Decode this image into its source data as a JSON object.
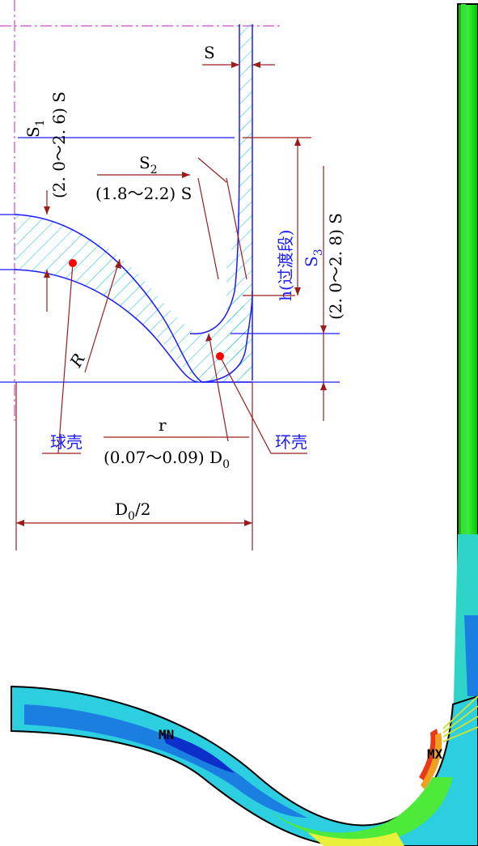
{
  "dimensions": {
    "s": "S",
    "s1_name": "S",
    "s1_sub": "1",
    "s1_ratio": "(2. 0～2. 6) S",
    "s2_name": "S",
    "s2_sub": "2",
    "s2_ratio": "(1.8～2.2) S",
    "s3_name": "S",
    "s3_sub": "3",
    "s3_ratio": "(2. 0～2. 8) S",
    "h_label": "h(过渡段)",
    "r_name": "r",
    "r_ratio_pre": "(0.07～0.09) D",
    "r_ratio_sub": "0",
    "R_label": "R",
    "d0_name": "D",
    "d0_sub": "0",
    "d0_tail": "/2"
  },
  "callouts": {
    "sphere_shell": "球壳",
    "torus_shell": "环壳"
  },
  "fea": {
    "min_label": "MN",
    "max_label": "MX"
  },
  "colors": {
    "outline": "#1a1aff",
    "dim_line": "#9b1c1c",
    "hatch": "#27c7d4",
    "centerline": "#d04bd0",
    "marker": "#ff0000"
  }
}
